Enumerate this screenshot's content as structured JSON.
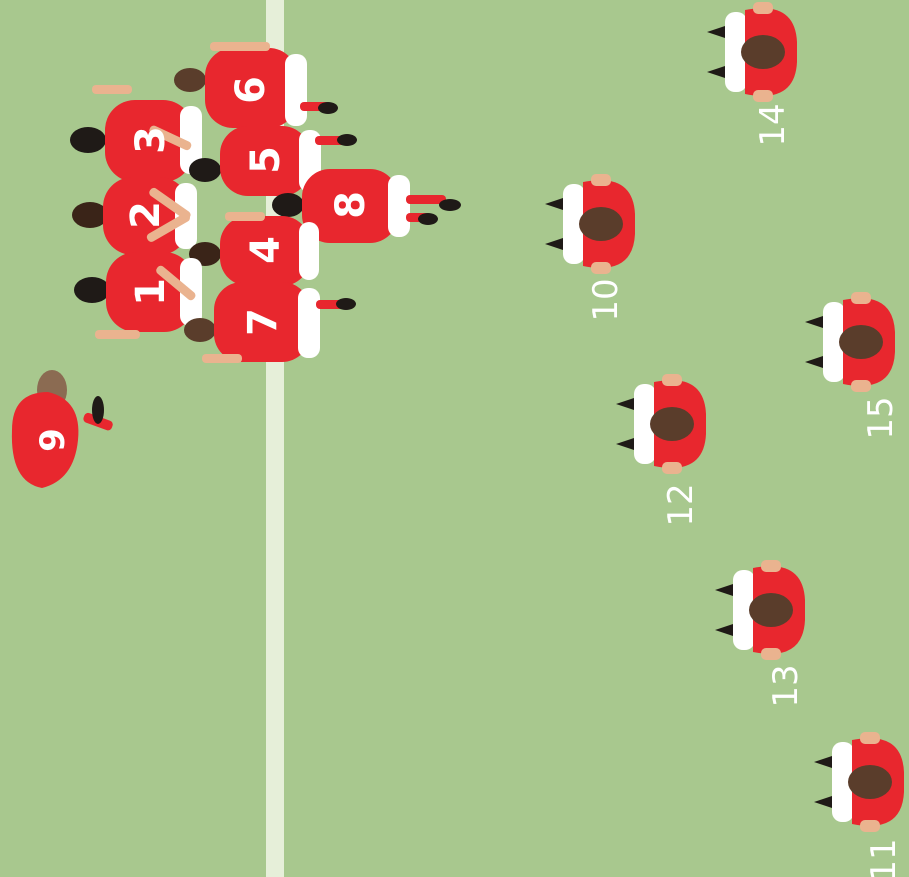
{
  "colors": {
    "grass": "#a8c88e",
    "line": "#e6efd9",
    "jersey": "#e8272e",
    "shorts": "#ffffff",
    "skin": "#eab38f",
    "hair_dark": "#1f1a17",
    "hair_brown": "#4a3426",
    "hair_mid": "#6a4a33",
    "ball": "#8b6b52"
  },
  "pitch": {
    "line": "try-line"
  },
  "players": {
    "p1": "1",
    "p2": "2",
    "p3": "3",
    "p4": "4",
    "p5": "5",
    "p6": "6",
    "p7": "7",
    "p8": "8",
    "p9": "9",
    "p10": "10",
    "p11": "11",
    "p12": "12",
    "p13": "13",
    "p14": "14",
    "p15": "15"
  }
}
